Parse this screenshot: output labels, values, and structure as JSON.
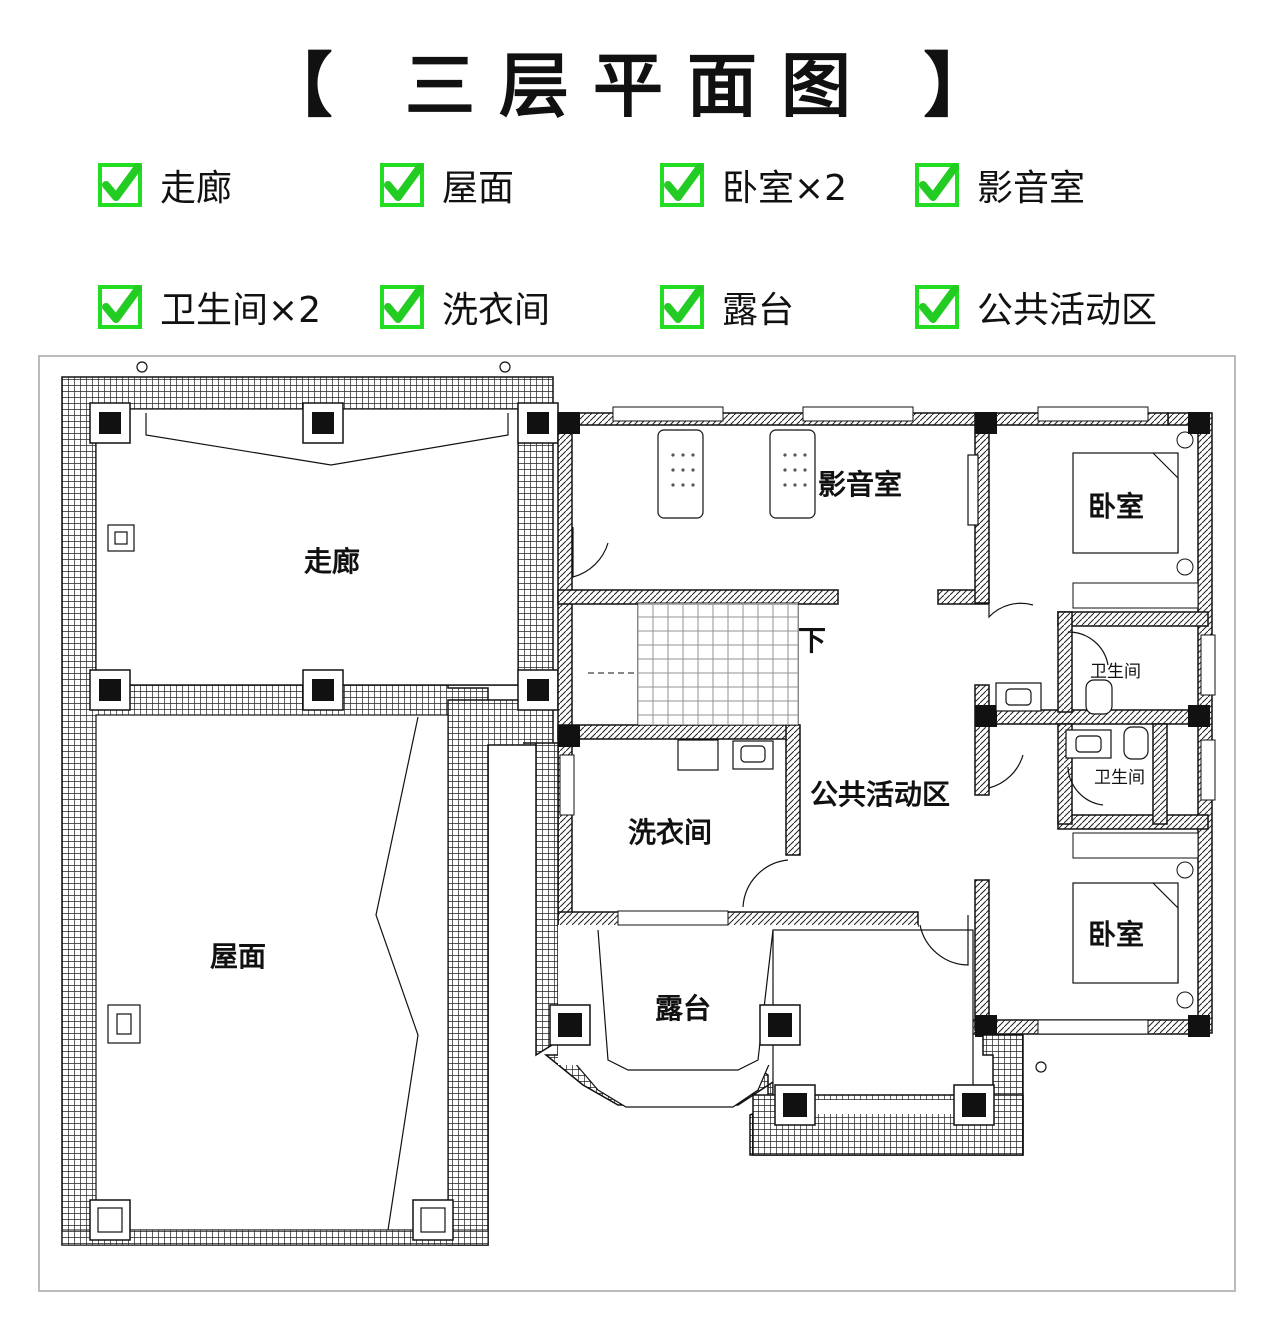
{
  "title": "【 三层平面图 】",
  "features": [
    {
      "label": "走廊",
      "icon": "checkmark-icon"
    },
    {
      "label": "屋面",
      "icon": "checkmark-icon"
    },
    {
      "label": "卧室×2",
      "icon": "checkmark-icon"
    },
    {
      "label": "影音室",
      "icon": "checkmark-icon"
    },
    {
      "label": "卫生间×2",
      "icon": "checkmark-icon"
    },
    {
      "label": "洗衣间",
      "icon": "checkmark-icon"
    },
    {
      "label": "露台",
      "icon": "checkmark-icon"
    },
    {
      "label": "公共活动区",
      "icon": "checkmark-icon"
    }
  ],
  "plan": {
    "rooms": {
      "corridor": "走廊",
      "roof": "屋面",
      "theater": "影音室",
      "bedroom_top": "卧室",
      "bedroom_bottom": "卧室",
      "bathroom_top": "卫生间",
      "bathroom_bottom": "卫生间",
      "public_area": "公共活动区",
      "laundry": "洗衣间",
      "terrace": "露台",
      "stairs_down": "下"
    }
  },
  "colors": {
    "check_border": "#22dd22",
    "check_mark": "#22cc22",
    "wall_line": "#111111"
  }
}
